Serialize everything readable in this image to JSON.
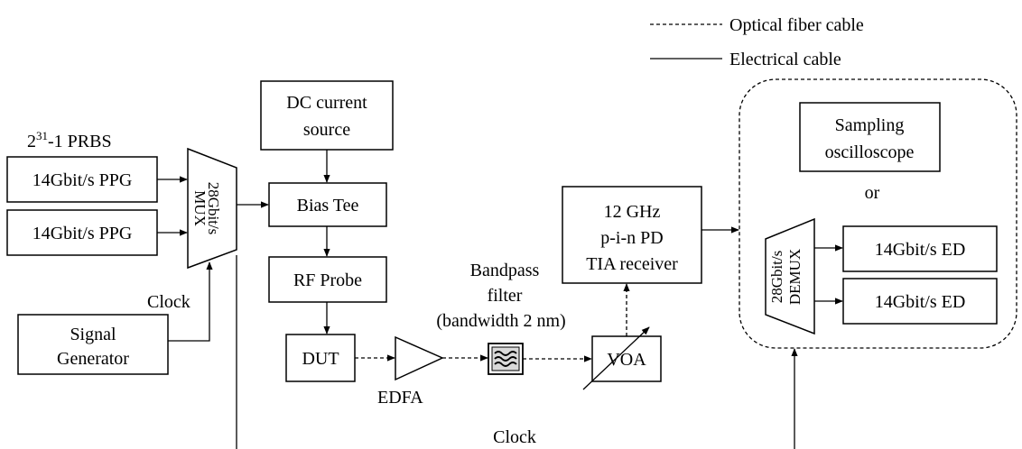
{
  "legend": {
    "optical": "Optical fiber cable",
    "electrical": "Electrical cable"
  },
  "prbs": {
    "base": "2",
    "exp": "31",
    "rest": "-1 PRBS"
  },
  "ppg": {
    "top": "14Gbit/s PPG",
    "bottom": "14Gbit/s PPG"
  },
  "mux": {
    "line1": "28Gbit/s",
    "line2": "MUX"
  },
  "clock_left": "Clock",
  "signal_generator": {
    "line1": "Signal",
    "line2": "Generator"
  },
  "dc_source": {
    "line1": "DC current",
    "line2": "source"
  },
  "bias_tee": "Bias Tee",
  "rf_probe": "RF Probe",
  "dut": "DUT",
  "edfa": "EDFA",
  "bandpass": {
    "line1": "Bandpass",
    "line2": "filter",
    "line3": "(bandwidth 2 nm)"
  },
  "voa": "VOA",
  "receiver": {
    "line1": "12 GHz",
    "line2": "p-i-n PD",
    "line3": "TIA receiver"
  },
  "sampling": {
    "line1": "Sampling",
    "line2": "oscilloscope"
  },
  "or": "or",
  "demux": {
    "line1": "28Gbit/s",
    "line2": "DEMUX"
  },
  "ed": {
    "top": "14Gbit/s ED",
    "bottom": "14Gbit/s ED"
  },
  "clock_bottom": "Clock"
}
